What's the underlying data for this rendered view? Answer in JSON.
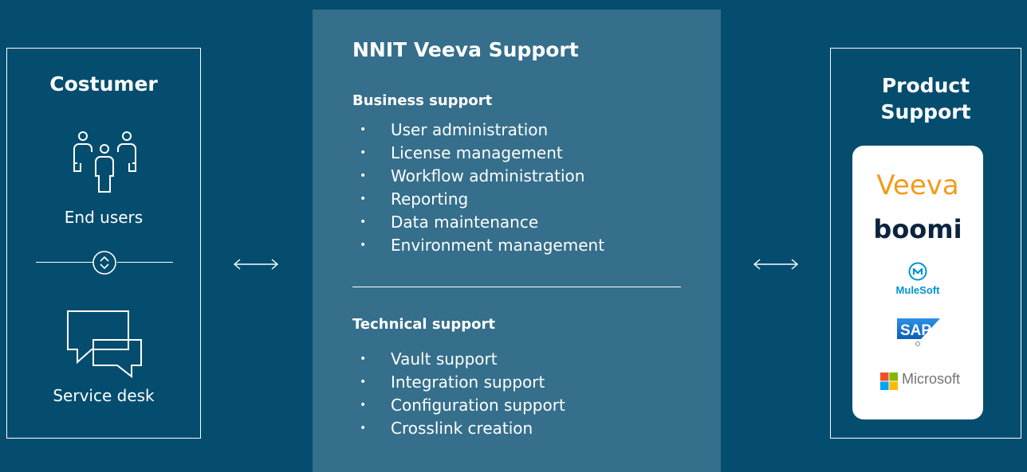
{
  "customer": {
    "title": "Costumer",
    "end_users_label": "End users",
    "service_desk_label": "Service desk"
  },
  "center": {
    "title": "NNIT Veeva Support",
    "business": {
      "heading": "Business support",
      "items": [
        "User administration",
        "License management",
        "Workflow administration",
        "Reporting",
        "Data maintenance",
        "Environment management"
      ]
    },
    "technical": {
      "heading": "Technical support",
      "items": [
        "Vault support",
        "Integration support",
        "Configuration support",
        "Crosslink creation"
      ]
    },
    "bullet": "•"
  },
  "product": {
    "title_line1": "Product",
    "title_line2": "Support",
    "logos": {
      "veeva": "Veeva",
      "boomi": "boomi",
      "mulesoft": "MuleSoft",
      "sap": "SAP",
      "microsoft": "Microsoft"
    }
  },
  "colors": {
    "background": "#044d6e",
    "center_panel": "#356f8b",
    "veeva": "#f29b1c",
    "boomi": "#0c2340",
    "mulesoft": "#0093d6",
    "sap": "#0a6ed1"
  }
}
